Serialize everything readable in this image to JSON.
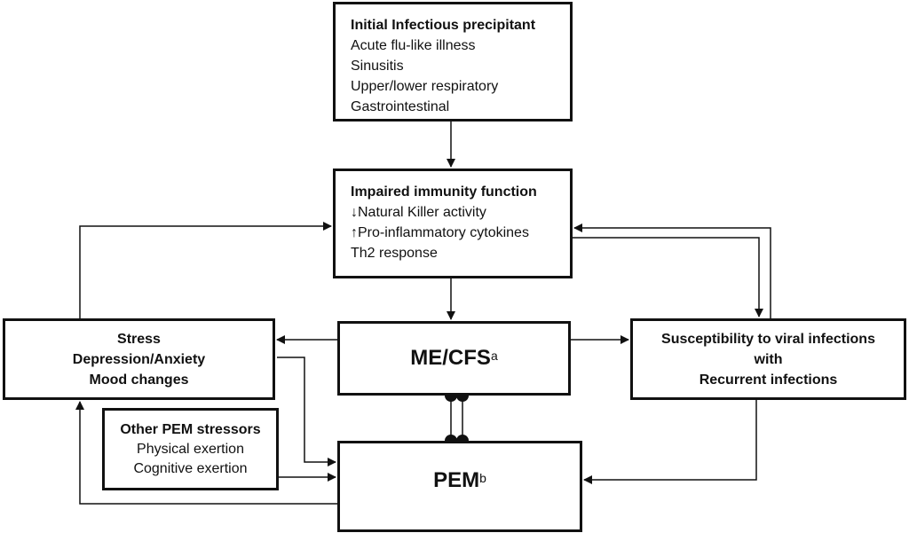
{
  "boxes": {
    "initial": {
      "title": "Initial Infectious precipitant",
      "items": [
        "Acute flu-like illness",
        "Sinusitis",
        "Upper/lower respiratory",
        "Gastrointestinal"
      ]
    },
    "immunity": {
      "title": "Impaired immunity function",
      "items": [
        "↓Natural Killer activity",
        "↑Pro-inflammatory cytokines",
        "Th2 response"
      ]
    },
    "mecfs": {
      "label": "ME/CFS",
      "superscript": "a"
    },
    "pem": {
      "label": "PEM",
      "superscript": "b"
    },
    "stress": {
      "lines": [
        "Stress",
        "Depression/Anxiety",
        "Mood changes"
      ]
    },
    "susceptibility": {
      "lines": [
        "Susceptibility to viral infections",
        "with",
        "Recurrent infections"
      ]
    },
    "other_pem": {
      "title": "Other PEM stressors",
      "items": [
        "Physical exertion",
        "Cognitive exertion"
      ]
    }
  }
}
